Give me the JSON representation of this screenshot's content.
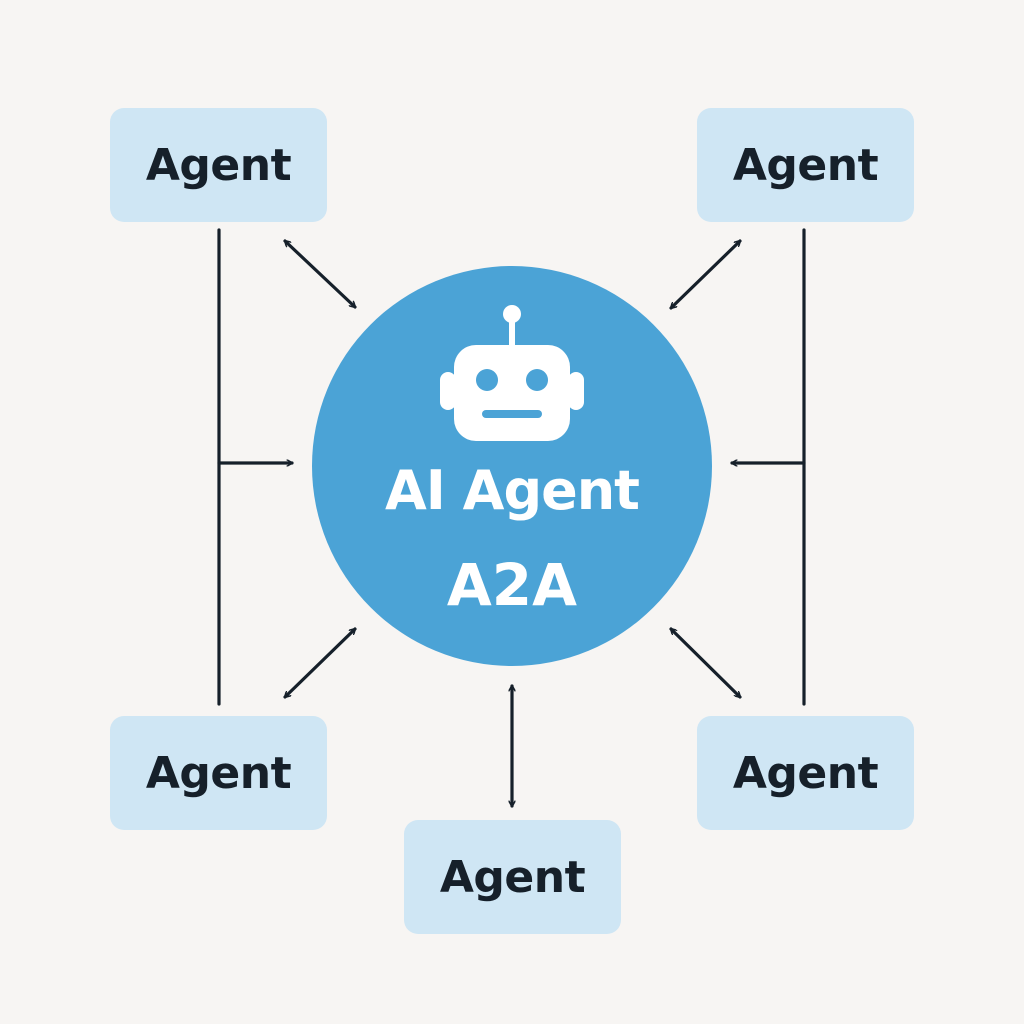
{
  "hub": {
    "title": "AI Agent",
    "subtitle": "A2A",
    "icon": "robot-icon",
    "color": "#4aa3d6"
  },
  "agents": [
    {
      "label": "Agent",
      "position": "top-left"
    },
    {
      "label": "Agent",
      "position": "top-right"
    },
    {
      "label": "Agent",
      "position": "bottom-left"
    },
    {
      "label": "Agent",
      "position": "bottom-right"
    },
    {
      "label": "Agent",
      "position": "bottom-center"
    }
  ],
  "colors": {
    "background": "#f7f5f3",
    "agent_box": "#cfe6f4",
    "connector": "#16202a",
    "text_dark": "#16202a",
    "text_light": "#ffffff"
  }
}
